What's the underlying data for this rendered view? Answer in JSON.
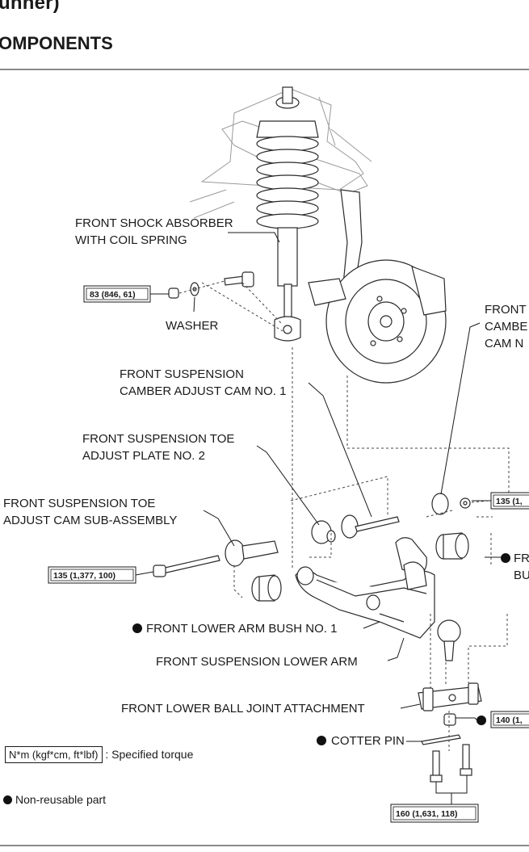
{
  "header": {
    "title_fragment": "unner)",
    "section_title": "OMPONENTS"
  },
  "labels": {
    "shock_absorber_1": "FRONT SHOCK ABSORBER",
    "shock_absorber_2": "WITH COIL SPRING",
    "washer": "WASHER",
    "camber_cam_1": "FRONT SUSPENSION",
    "camber_cam_2": "CAMBER ADJUST CAM NO. 1",
    "toe_plate_1": "FRONT SUSPENSION TOE",
    "toe_plate_2": "ADJUST PLATE NO. 2",
    "toe_cam_1": "FRONT SUSPENSION TOE",
    "toe_cam_2": "ADJUST CAM SUB-ASSEMBLY",
    "right_front_1": "FRONT",
    "right_front_2": "CAMBE",
    "right_front_3": "CAM N",
    "right_bush_1": "FR",
    "right_bush_2": "BU",
    "lower_arm_bush": "FRONT LOWER ARM BUSH NO. 1",
    "lower_arm": "FRONT SUSPENSION LOWER ARM",
    "ball_joint": "FRONT LOWER BALL JOINT ATTACHMENT",
    "cotter_pin": "COTTER PIN"
  },
  "torques": {
    "t83": "83 (846, 61)",
    "t135_left": "135 (1,377, 100)",
    "t135_right": "135 (1,",
    "t140": "140 (1,",
    "t160": "160 (1,631, 118)"
  },
  "legend": {
    "torque_box": "N*m (kgf*cm, ft*lbf)",
    "torque_text": ": Specified torque",
    "non_reusable": "Non-reusable part"
  }
}
